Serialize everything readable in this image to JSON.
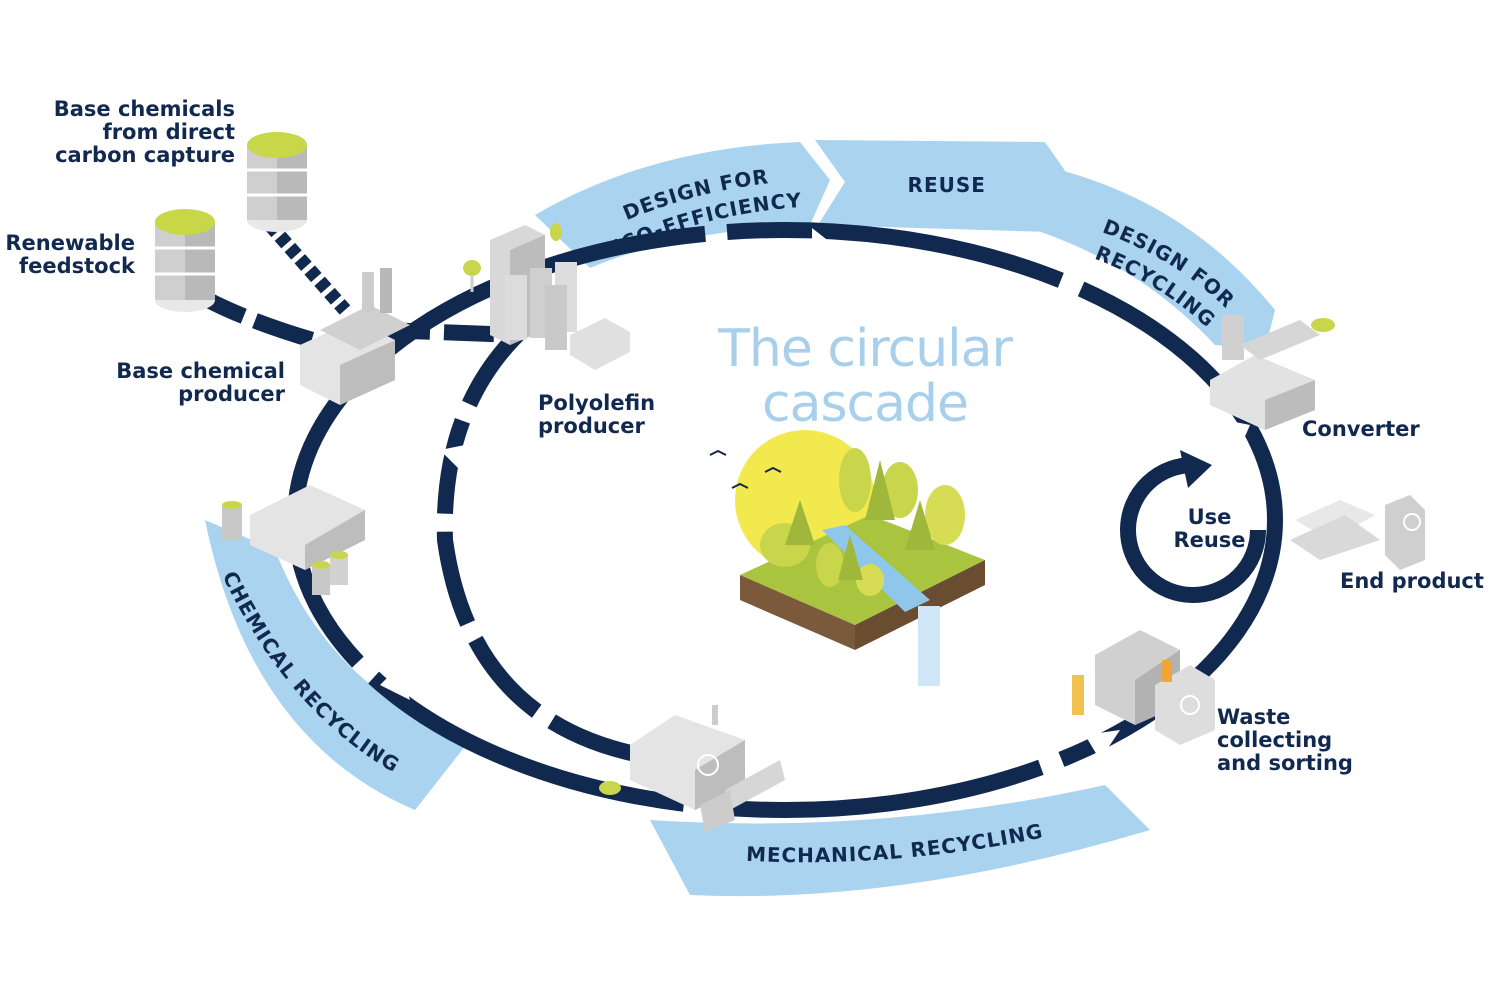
{
  "title": [
    "The circular",
    "cascade"
  ],
  "bands": {
    "design_eco": [
      "DESIGN FOR",
      "ECO-EFFICIENCY"
    ],
    "reuse": "REUSE",
    "design_recycling": [
      "DESIGN FOR",
      "RECYCLING"
    ],
    "chemical_recycling": "CHEMICAL RECYCLING",
    "mechanical_recycling": "MECHANICAL RECYCLING"
  },
  "nodes": {
    "direct_capture": [
      "Base chemicals",
      "from direct",
      "carbon capture"
    ],
    "renewable": [
      "Renewable",
      "feedstock"
    ],
    "base_producer": [
      "Base chemical",
      "producer"
    ],
    "polyolefin": [
      "Polyolefin",
      "producer"
    ],
    "converter": "Converter",
    "use_reuse": [
      "Use",
      "Reuse"
    ],
    "end_product": "End product",
    "waste": [
      "Waste",
      "collecting",
      "and sorting"
    ]
  },
  "colors": {
    "navy": "#12294f",
    "band_blue": "#a9d3ef",
    "title_blue": "#a8d0ec",
    "sun": "#f2e94e",
    "tree_green": "#c9d54a",
    "grass": "#a9c43f",
    "soil": "#7a5a3a",
    "river": "#8fc7ea",
    "building": "#d9d9d9"
  }
}
